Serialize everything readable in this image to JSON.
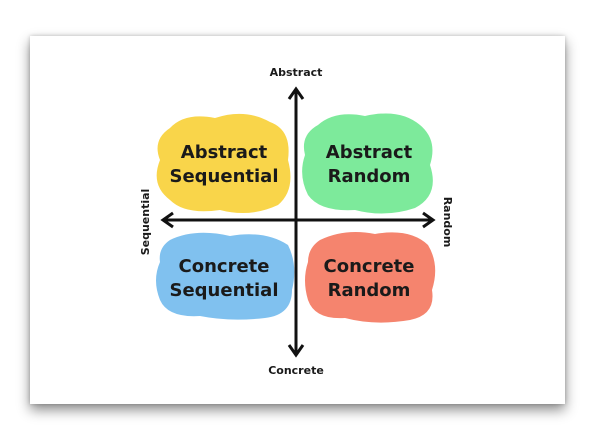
{
  "axes": {
    "top": "Abstract",
    "bottom": "Concrete",
    "left": "Sequential",
    "right": "Random"
  },
  "quadrants": [
    {
      "line1": "Abstract",
      "line2": "Sequential",
      "color": "#f9d54a"
    },
    {
      "line1": "Abstract",
      "line2": "Random",
      "color": "#7dea9b"
    },
    {
      "line1": "Concrete",
      "line2": "Sequential",
      "color": "#80c1ef"
    },
    {
      "line1": "Concrete",
      "line2": "Random",
      "color": "#f5846e"
    }
  ]
}
